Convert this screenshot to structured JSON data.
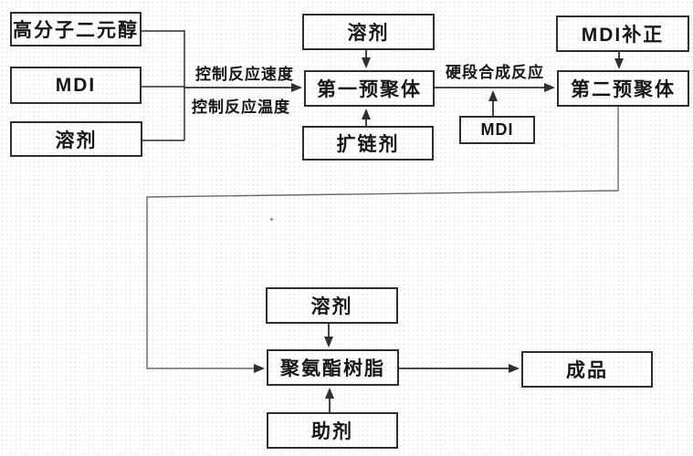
{
  "diagram": {
    "nodes": {
      "polymer_diol": "高分子二元醇",
      "mdi_left": "MDI",
      "solvent_left": "溶剂",
      "solvent_top": "溶剂",
      "first_prepolymer": "第一预聚体",
      "chain_extender": "扩链剂",
      "mdi_correction": "MDI补正",
      "second_prepolymer": "第二预聚体",
      "mdi_mid": "MDI",
      "solvent_bottom": "溶剂",
      "polyurethane_resin": "聚氨酯树脂",
      "auxiliary_agent": "助剂",
      "finished_product": "成品"
    },
    "edge_labels": {
      "control_speed": "控制反应速度",
      "control_temp": "控制反应温度",
      "hard_segment": "硬段合成反应"
    },
    "colors": {
      "line": "#2f2f2f",
      "box_border": "#2e2e2e",
      "return_line": "#6a6a6a",
      "background": "#ffffff",
      "text": "#161616"
    }
  }
}
